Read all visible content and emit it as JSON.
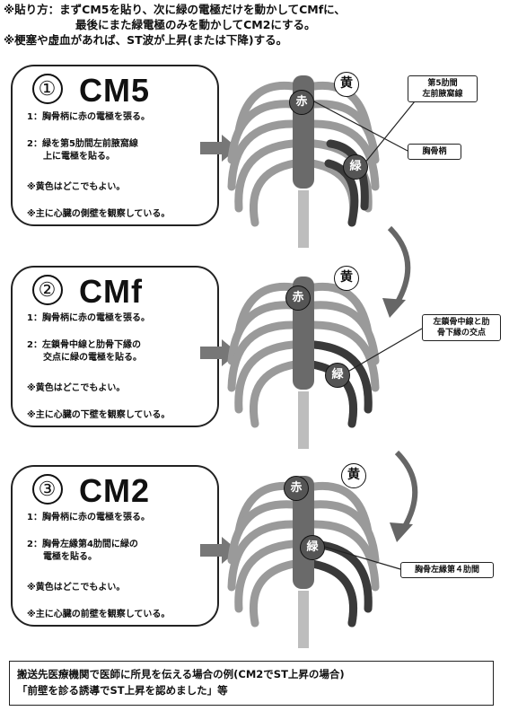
{
  "intro": {
    "line1": "※貼り方：まずCM5を貼り、次に緑の電極だけを動かしてCMfに、",
    "line2": "最後にまた緑電極のみを動かしてCM2にする。",
    "line3": "※梗塞や虚血があれば、ST波が上昇(または下降)する。"
  },
  "panels": [
    {
      "number": "①",
      "title": "CM5",
      "line1": "1：胸骨柄に赤の電極を張る。",
      "line2a": "2：緑を第5肋間左前腋窩線",
      "line2b": "上に電極を貼る。",
      "line3": "※黄色はどこでもよい。",
      "line4": "※主に心臓の側壁を観察している。"
    },
    {
      "number": "②",
      "title": "CMf",
      "line1": "1：胸骨柄に赤の電極を張る。",
      "line2a": "2：左鎖骨中線と肋骨下縁の",
      "line2b": "交点に緑の電極を貼る。",
      "line3": "※黄色はどこでもよい。",
      "line4": "※主に心臓の下壁を観察している。"
    },
    {
      "number": "③",
      "title": "CM2",
      "line1": "1：胸骨柄に赤の電極を張る。",
      "line2a": "2：胸骨左縁第4肋間に緑の",
      "line2b": "電極を貼る。",
      "line3": "※黄色はどこでもよい。",
      "line4": "※主に心臓の前壁を観察している。"
    }
  ],
  "electrodes": {
    "yellow": "黄",
    "red": "赤",
    "green": "緑"
  },
  "callouts": {
    "c1a": "第5肋間",
    "c1b": "左前腋窩線",
    "c1c": "胸骨柄",
    "c2a": "左鎖骨中線と肋",
    "c2b": "骨下縁の交点",
    "c3": "胸骨左縁第４肋間"
  },
  "footer": {
    "line1": "搬送先医療機関で医師に所見を伝える場合の例(CM2でST上昇の場合)",
    "line2": "「前壁を診る誘導でST上昇を認めました」等"
  }
}
